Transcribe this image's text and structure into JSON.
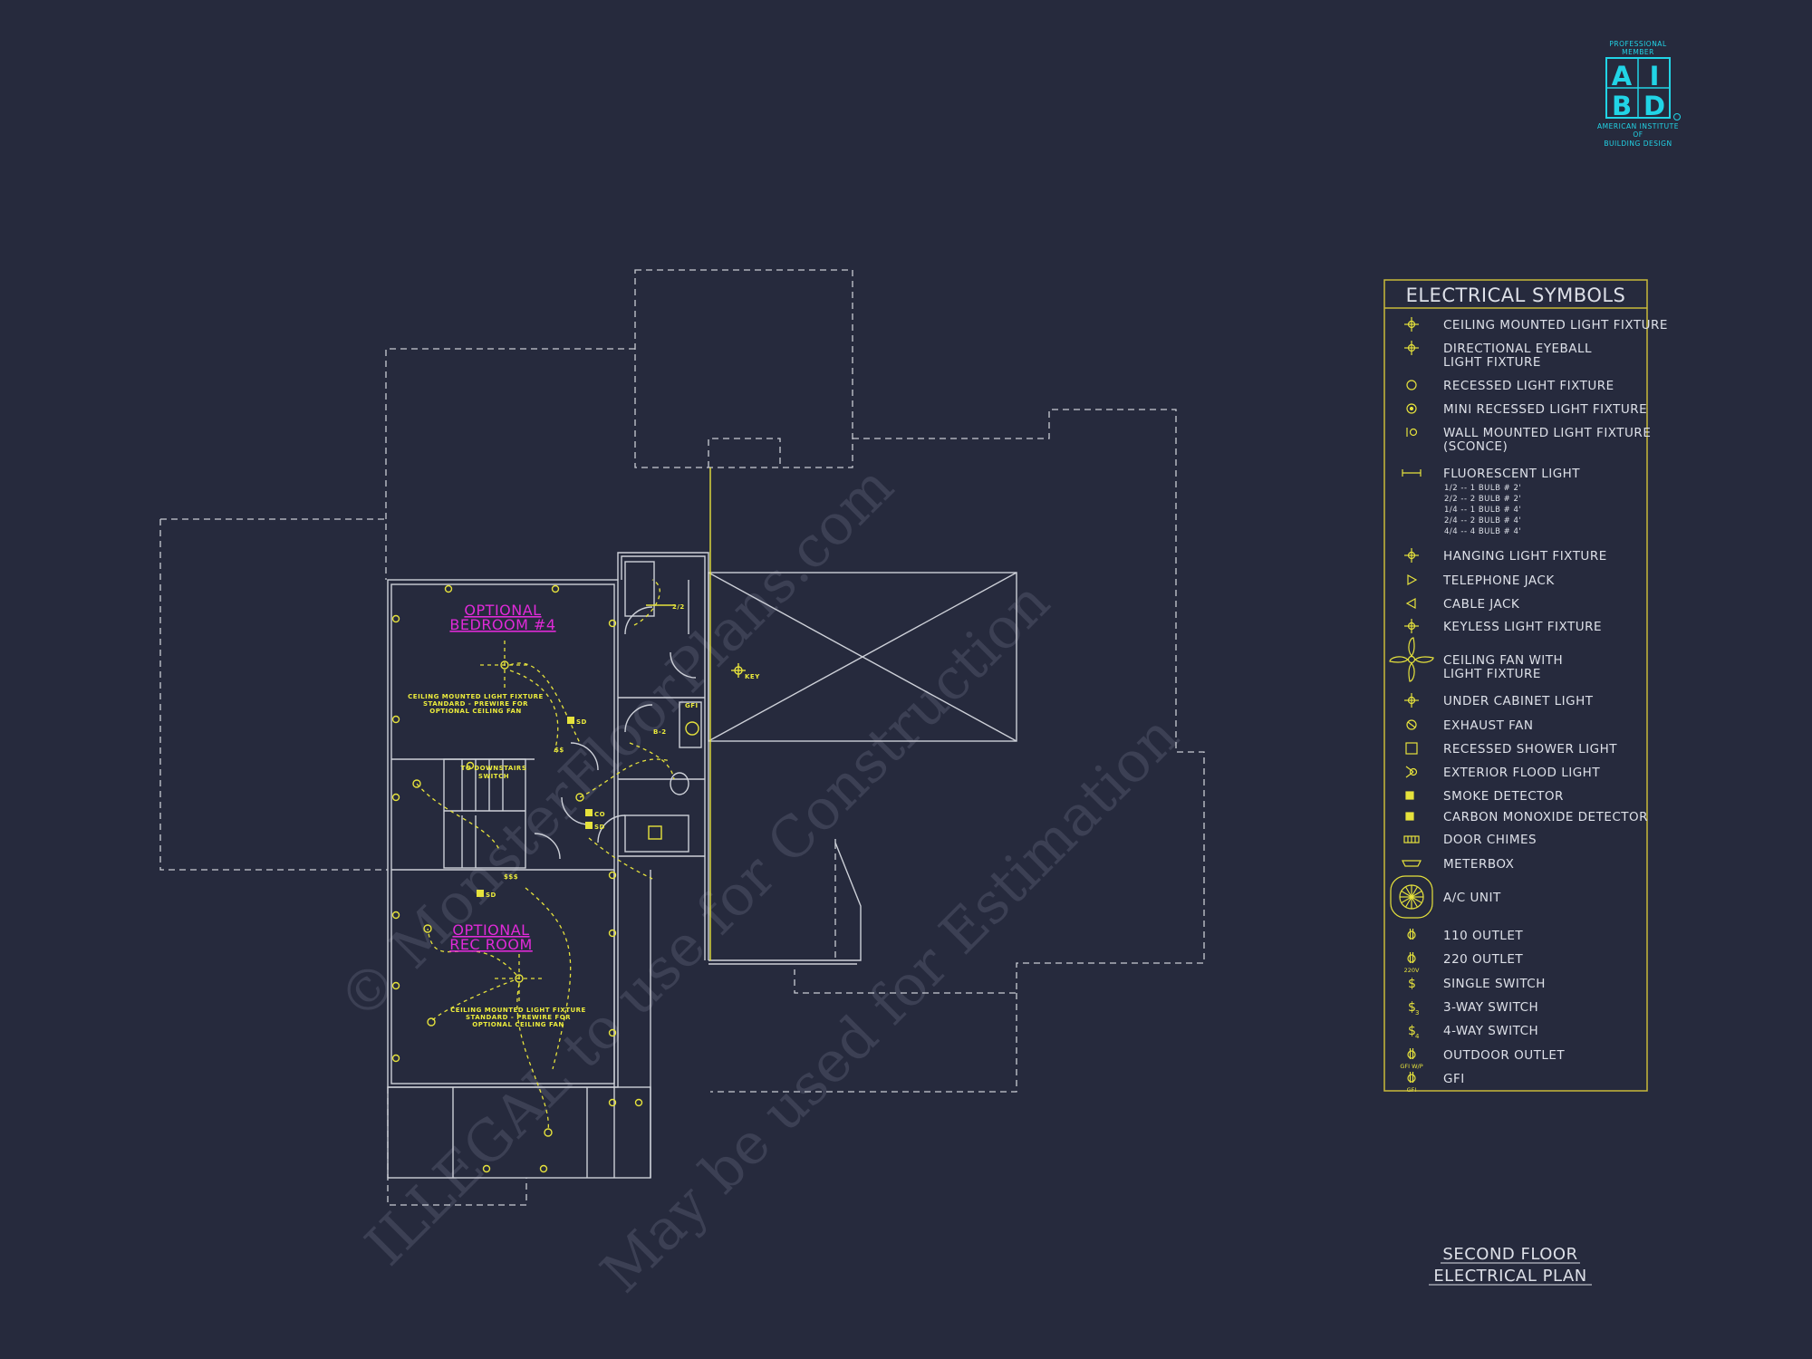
{
  "badge": {
    "top_label": "PROFESSIONAL\nMEMBER",
    "top_line1": "PROFESSIONAL",
    "top_line2": "MEMBER",
    "letters": [
      "A",
      "I",
      "B",
      "D"
    ],
    "org_line1": "AMERICAN INSTITUTE",
    "org_line2": "OF",
    "org_line3": "BUILDING DESIGN",
    "color": "#21d4e6"
  },
  "watermark": {
    "line1": "© Monster",
    "line1b": "FloorPlans.com",
    "line2": "ILLEGAL to use for Construction",
    "line3": "May be used for Estimation"
  },
  "legend": {
    "title": "ELECTRICAL SYMBOLS",
    "items": [
      {
        "icon": "ceiling-light-symbol",
        "line1": "CEILING MOUNTED LIGHT FIXTURE"
      },
      {
        "icon": "eyeball-light-symbol",
        "line1": "DIRECTIONAL EYEBALL",
        "line2": "LIGHT FIXTURE"
      },
      {
        "icon": "recessed-light-symbol",
        "line1": "RECESSED LIGHT FIXTURE"
      },
      {
        "icon": "mini-recessed-light-symbol",
        "line1": "MINI RECESSED LIGHT FIXTURE"
      },
      {
        "icon": "sconce-symbol",
        "line1": "WALL MOUNTED LIGHT FIXTURE",
        "line2": "(SCONCE)"
      },
      {
        "icon": "fluorescent-light-symbol",
        "line1": "FLUORESCENT LIGHT",
        "sub": [
          "1/2 -- 1 BULB # 2'",
          "2/2 -- 2 BULB # 2'",
          "1/4 -- 1 BULB # 4'",
          "2/4 -- 2 BULB # 4'",
          "4/4 -- 4 BULB # 4'"
        ]
      },
      {
        "icon": "hanging-light-symbol",
        "line1": "HANGING LIGHT FIXTURE"
      },
      {
        "icon": "telephone-jack-symbol",
        "line1": "TELEPHONE JACK"
      },
      {
        "icon": "cable-jack-symbol",
        "line1": "CABLE JACK"
      },
      {
        "icon": "keyless-light-symbol",
        "line1": "KEYLESS LIGHT FIXTURE"
      },
      {
        "icon": "ceiling-fan-symbol",
        "line1": "CEILING FAN WITH",
        "line2": "LIGHT FIXTURE"
      },
      {
        "icon": "under-cabinet-light-symbol",
        "line1": "UNDER CABINET LIGHT"
      },
      {
        "icon": "exhaust-fan-symbol",
        "line1": "EXHAUST FAN"
      },
      {
        "icon": "shower-light-symbol",
        "line1": "RECESSED SHOWER LIGHT"
      },
      {
        "icon": "flood-light-symbol",
        "line1": "EXTERIOR FLOOD LIGHT"
      },
      {
        "icon": "smoke-detector-symbol",
        "line1": "SMOKE DETECTOR"
      },
      {
        "icon": "co-detector-symbol",
        "line1": "CARBON MONOXIDE DETECTOR"
      },
      {
        "icon": "door-chimes-symbol",
        "line1": "DOOR CHIMES"
      },
      {
        "icon": "meterbox-symbol",
        "line1": "METERBOX"
      },
      {
        "icon": "ac-unit-symbol",
        "line1": "A/C UNIT"
      },
      {
        "icon": "outlet-110-symbol",
        "line1": "110 OUTLET"
      },
      {
        "icon": "outlet-220-symbol",
        "line1": "220 OUTLET",
        "tag": "220V"
      },
      {
        "icon": "single-switch-symbol",
        "line1": "SINGLE SWITCH"
      },
      {
        "icon": "three-way-switch-symbol",
        "line1": "3-WAY SWITCH"
      },
      {
        "icon": "four-way-switch-symbol",
        "line1": "4-WAY SWITCH"
      },
      {
        "icon": "outdoor-outlet-symbol",
        "line1": "OUTDOOR OUTLET",
        "tag": "GFI W/P"
      },
      {
        "icon": "gfi-symbol",
        "line1": "GFI",
        "tag": "GFI"
      }
    ]
  },
  "rooms": {
    "bedroom_line1": "OPTIONAL",
    "bedroom_line2": "BEDROOM #4",
    "rec_line1": "OPTIONAL",
    "rec_line2": "REC ROOM"
  },
  "notes": {
    "bedroom_note": [
      "CEILING MOUNTED LIGHT FIXTURE",
      "STANDARD - PREWIRE FOR",
      "OPTIONAL CEILING FAN"
    ],
    "rec_note": [
      "CEILING MOUNTED LIGHT FIXTURE",
      "STANDARD - PREWIRE FOR",
      "OPTIONAL CEILING FAN"
    ],
    "stair_note": [
      "TO DOWNSTAIRS",
      "SWITCH"
    ]
  },
  "tags": {
    "key": "KEY",
    "sd": "SD",
    "co": "CO",
    "gfi": "GFI",
    "b2": "B-2",
    "fl": "2/2",
    "triple_switch": "$$$",
    "double_switch": "$$"
  },
  "title": {
    "line1": "SECOND FLOOR",
    "line2": "ELECTRICAL PLAN"
  },
  "colors": {
    "background": "#262a3d",
    "walls": "#cdd0d8",
    "electrical": "#e6e23c",
    "room_labels": "#e02ad8",
    "legend_border": "#c9b93a",
    "badge": "#21d4e6"
  }
}
